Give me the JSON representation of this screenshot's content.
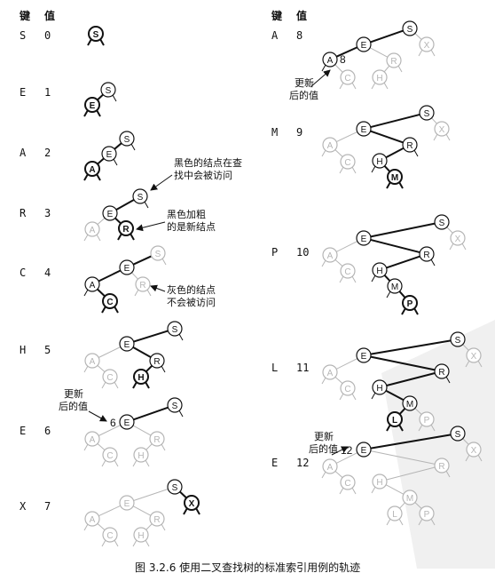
{
  "headers": {
    "key": "键",
    "value": "值"
  },
  "steps": [
    {
      "key": "S",
      "value": "0"
    },
    {
      "key": "E",
      "value": "1"
    },
    {
      "key": "A",
      "value": "2"
    },
    {
      "key": "R",
      "value": "3"
    },
    {
      "key": "C",
      "value": "4"
    },
    {
      "key": "H",
      "value": "5"
    },
    {
      "key": "E",
      "value": "6"
    },
    {
      "key": "X",
      "value": "7"
    },
    {
      "key": "A",
      "value": "8"
    },
    {
      "key": "M",
      "value": "9"
    },
    {
      "key": "P",
      "value": "10"
    },
    {
      "key": "L",
      "value": "11"
    },
    {
      "key": "E",
      "value": "12"
    }
  ],
  "annotations": {
    "visited_line1": "黑色的结点在查",
    "visited_line2": "找中会被访问",
    "new_line1": "黑色加粗",
    "new_line2": "的是新结点",
    "gray_line1": "灰色的结点",
    "gray_line2": "不会被访问",
    "updated_line1": "更新",
    "updated_line2": "后的值"
  },
  "updated_values": {
    "e6": "6",
    "a8": "8",
    "e12": "12"
  },
  "caption": "图 3.2.6   使用二叉查找树的标准索引用例的轨迹",
  "colors": {
    "black": "#111111",
    "gray": "#b5b5b5",
    "background": "#ffffff"
  }
}
